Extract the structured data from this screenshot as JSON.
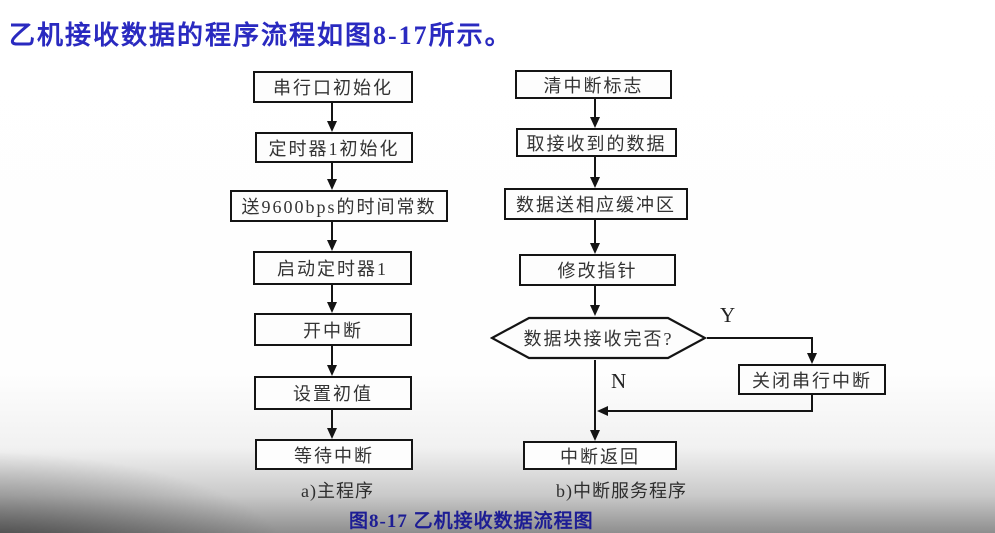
{
  "page": {
    "title": "乙机接收数据的程序流程如图8-17所示。",
    "caption": "图8-17 乙机接收数据流程图"
  },
  "colors": {
    "title_blue": "#2a2ac0",
    "caption_blue": "#1d1d94",
    "line_black": "#141414",
    "box_fill": "#fdfdfd"
  },
  "main_flow": {
    "label": "a)主程序",
    "steps": [
      "串行口初始化",
      "定时器1初始化",
      "送9600bps的时间常数",
      "启动定时器1",
      "开中断",
      "设置初值",
      "等待中断"
    ]
  },
  "isr_flow": {
    "label": "b)中断服务程序",
    "steps": [
      "清中断标志",
      "取接收到的数据",
      "数据送相应缓冲区",
      "修改指针"
    ],
    "decision": "数据块接收完否?",
    "yes_label": "Y",
    "no_label": "N",
    "yes_step": "关闭串行中断",
    "end_step": "中断返回"
  }
}
